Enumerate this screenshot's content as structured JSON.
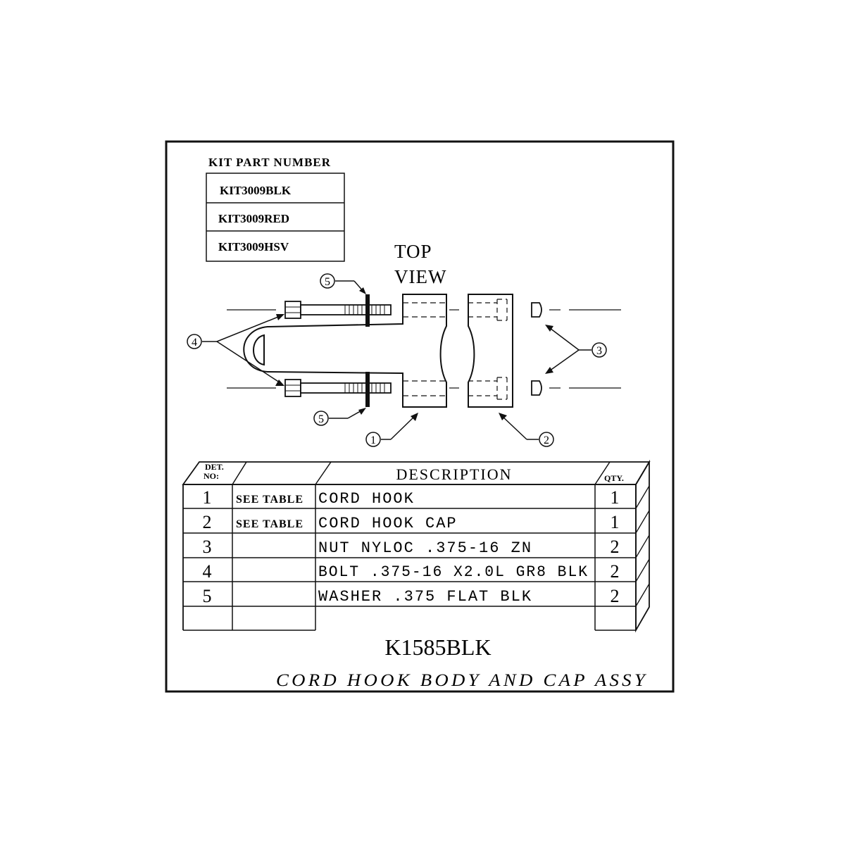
{
  "kit_table": {
    "header": "KIT PART NUMBER",
    "items": [
      "KIT3009BLK",
      "KIT3009RED",
      "KIT3009HSV"
    ]
  },
  "view_label": {
    "line1": "TOP",
    "line2": "VIEW"
  },
  "callouts": [
    "1",
    "2",
    "3",
    "4",
    "5"
  ],
  "parts_table": {
    "headers": {
      "det_no_line1": "DET.",
      "det_no_line2": "NO:",
      "description": "DESCRIPTION",
      "qty": "QTY."
    },
    "rows": [
      {
        "det": "1",
        "ref": "SEE TABLE",
        "description": "CORD HOOK",
        "qty": "1"
      },
      {
        "det": "2",
        "ref": "SEE TABLE",
        "description": "CORD HOOK CAP",
        "qty": "1"
      },
      {
        "det": "3",
        "ref": "",
        "description": "NUT NYLOC .375-16 ZN",
        "qty": "2"
      },
      {
        "det": "4",
        "ref": "",
        "description": "BOLT .375-16 X2.0L GR8 BLK",
        "qty": "2"
      },
      {
        "det": "5",
        "ref": "",
        "description": "WASHER .375 FLAT BLK",
        "qty": "2"
      }
    ]
  },
  "part_number": "K1585BLK",
  "assembly_title": "CORD HOOK BODY AND CAP ASSY"
}
